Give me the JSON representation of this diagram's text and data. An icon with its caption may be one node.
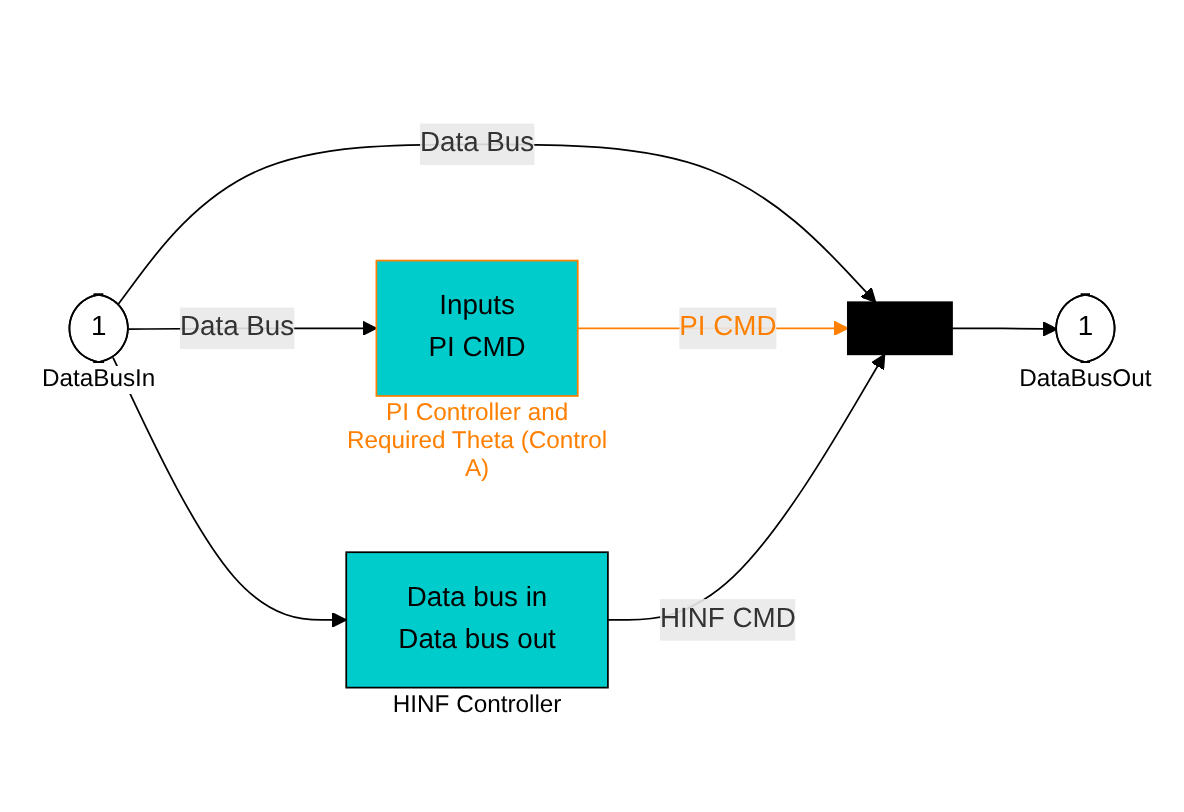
{
  "diagram": {
    "nodes": [
      {
        "text": [
          "1"
        ],
        "beside": [
          "DataBusIn"
        ]
      },
      {
        "text": [
          "Inputs",
          "PI CMD"
        ],
        "beside": [
          "PI Controller and Required Theta (Control A)"
        ]
      },
      {
        "text": [
          "Data bus in",
          "Data bus out"
        ],
        "beside": [
          "HINF Controller"
        ]
      },
      {
        "text": [],
        "shape": "bar"
      },
      {
        "text": [
          "1"
        ],
        "beside": [
          "DataBusOut"
        ]
      }
    ],
    "edges": [
      {
        "from": 0,
        "to": 1,
        "arrow": "to",
        "label": "Data Bus"
      },
      {
        "from": 0,
        "to": 2,
        "arrow": "to"
      },
      {
        "from": 0,
        "to": 3,
        "arrow": "to",
        "label": "Data Bus"
      },
      {
        "from": 1,
        "to": 3,
        "arrow": "to",
        "label": "PI CMD",
        "color": "#ff8000"
      },
      {
        "from": 2,
        "to": 3,
        "arrow": "to",
        "label": "HINF CMD"
      },
      {
        "from": 3,
        "to": 4,
        "arrow": "to"
      }
    ]
  }
}
